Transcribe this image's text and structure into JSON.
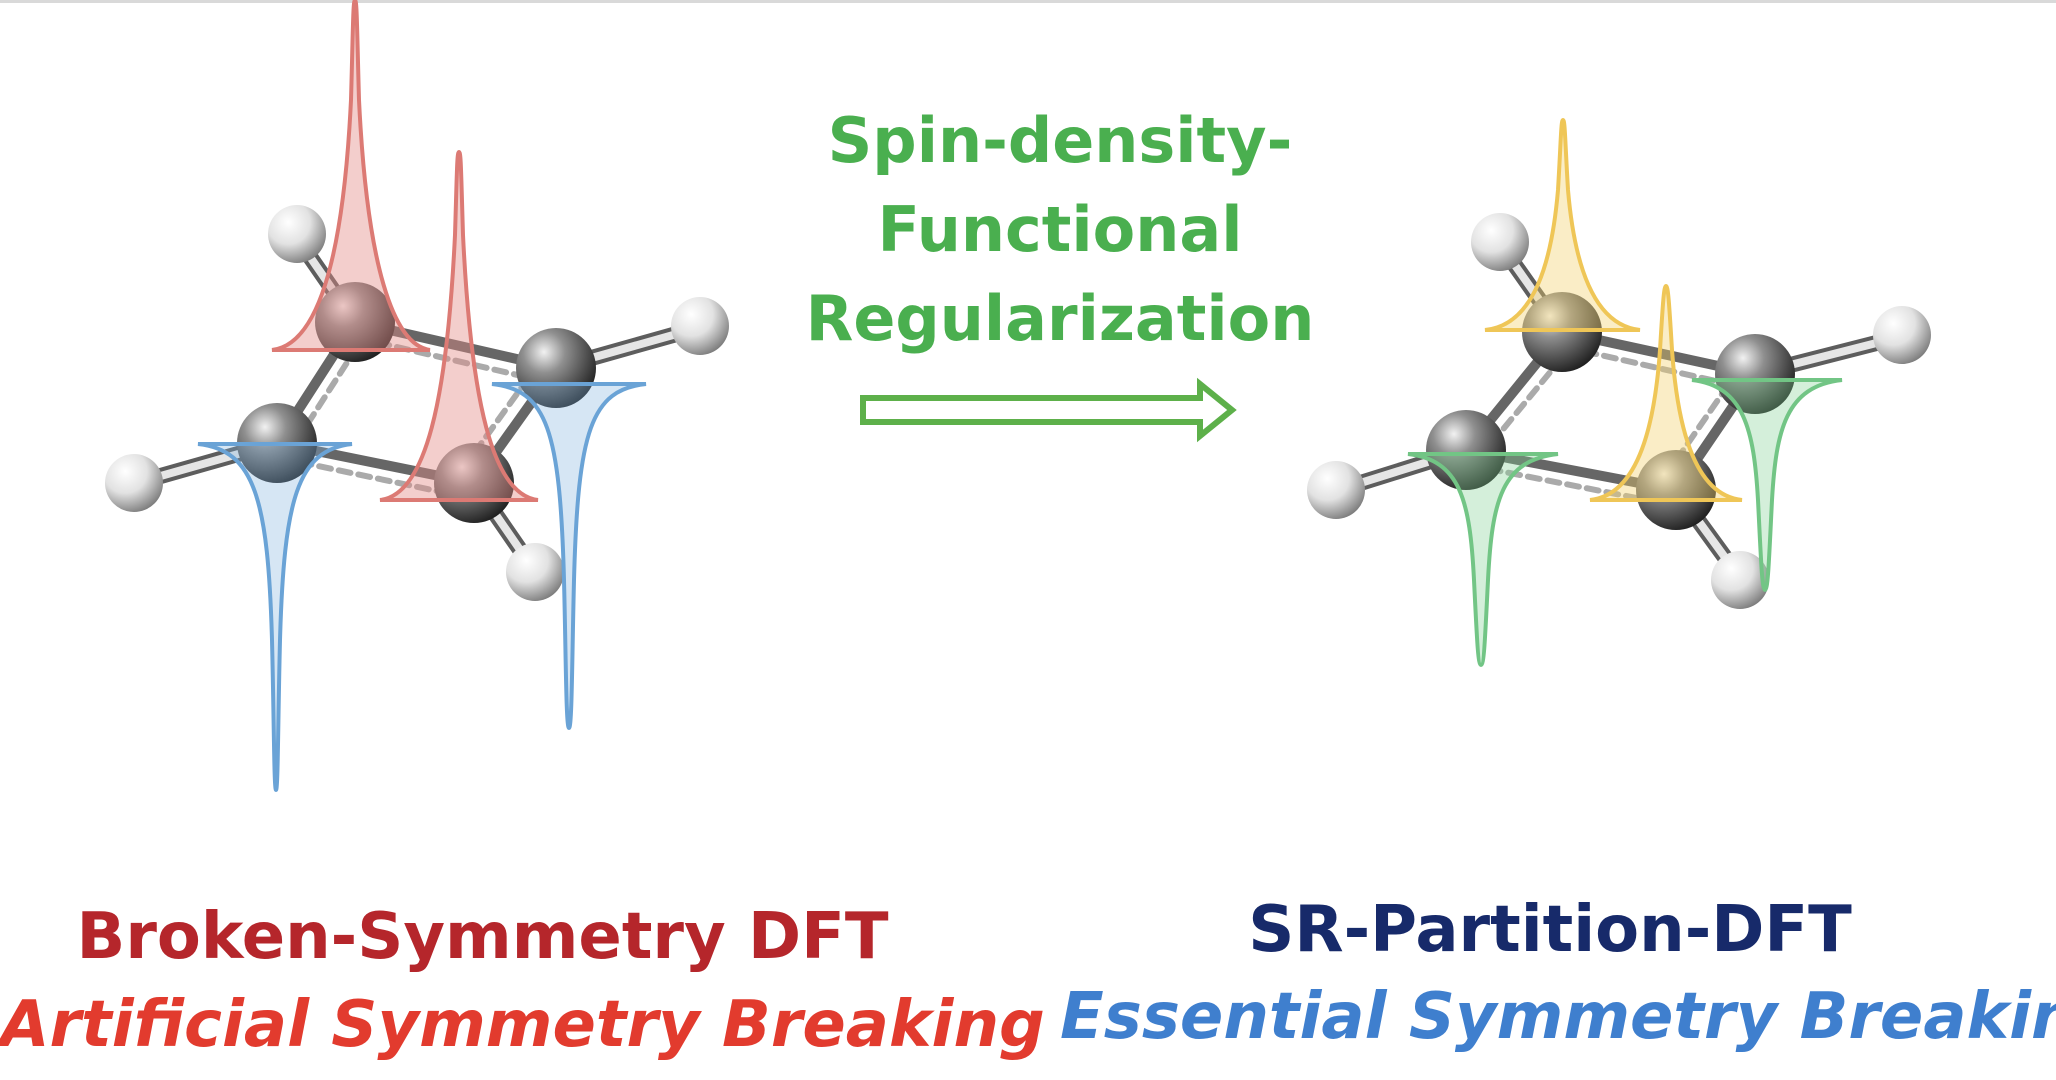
{
  "method": {
    "lines": [
      "Spin-density-",
      "Functional",
      "Regularization"
    ]
  },
  "left": {
    "title": "Broken-Symmetry DFT",
    "subtitle": "Artificial Symmetry Breaking"
  },
  "right": {
    "title": "SR-Partition-DFT",
    "subtitle": "Essential Symmetry Breaking"
  },
  "colors": {
    "left_title": "#b5262b",
    "left_subtitle": "#e23b2e",
    "right_title": "#172a6a",
    "right_subtitle": "#3f7fce",
    "method_text": "#4aaf4f",
    "spin_up_left": "#e28b86",
    "spin_down_left": "#7fb2de",
    "spin_up_right": "#f2cf6a",
    "spin_down_right": "#82cf93"
  }
}
